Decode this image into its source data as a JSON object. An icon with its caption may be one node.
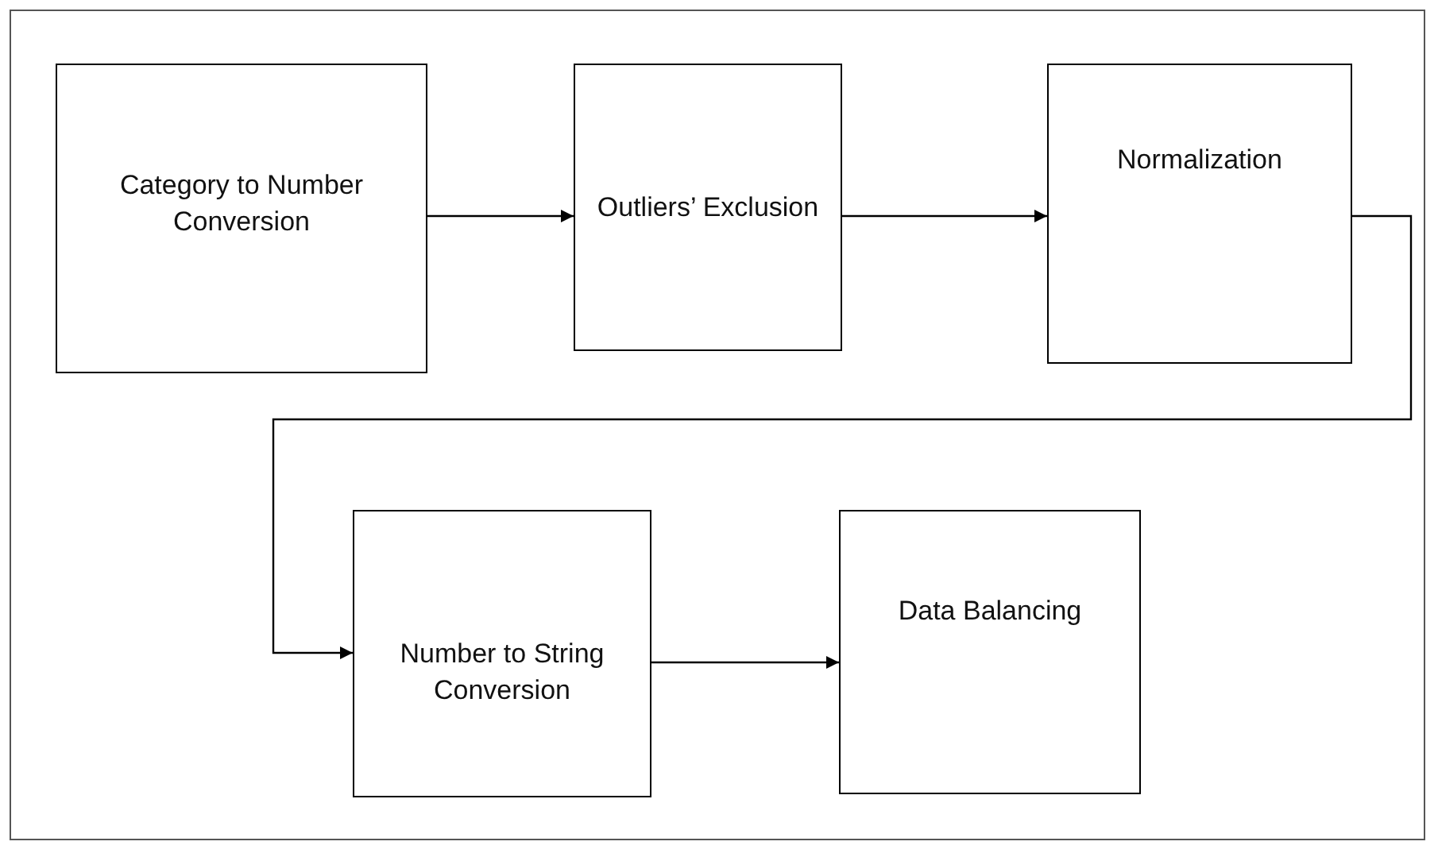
{
  "diagram": {
    "nodes": [
      {
        "text": [
          "Category to Number Conversion"
        ]
      },
      {
        "text": [
          "Outliers’ Exclusion"
        ]
      },
      {
        "text": [
          "Normalization"
        ]
      },
      {
        "text": [
          "Number to String Conversion"
        ]
      },
      {
        "text": [
          "Data Balancing"
        ]
      }
    ],
    "edges": [
      {
        "from": 0,
        "to": 1,
        "arrow": "to"
      },
      {
        "from": 1,
        "to": 2,
        "arrow": "to"
      },
      {
        "from": 2,
        "to": 3,
        "arrow": "to"
      },
      {
        "from": 3,
        "to": 4,
        "arrow": "to"
      }
    ]
  }
}
